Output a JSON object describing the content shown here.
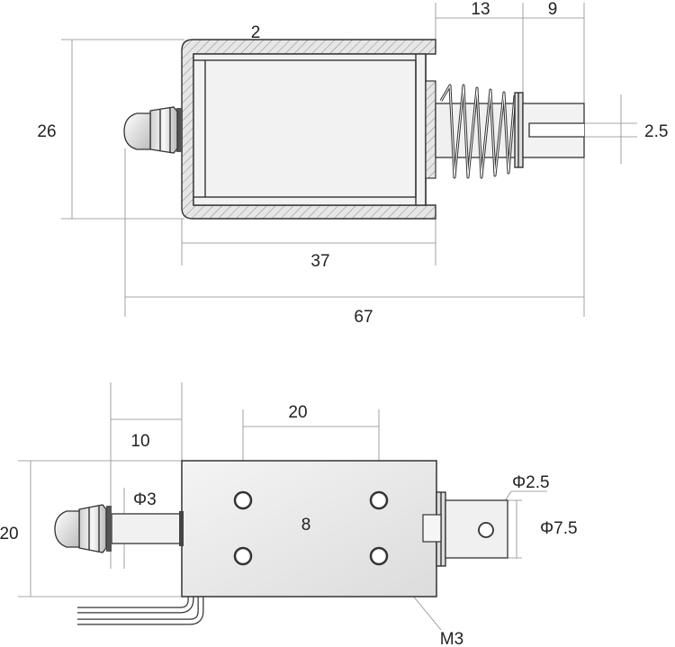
{
  "colors": {
    "outline": "#333333",
    "dimension_line": "#8a8a8a",
    "body_fill": "#ededed",
    "coil_fill": "#f2f2f2",
    "washer": "#555555",
    "background": "#ffffff"
  },
  "side_view": {
    "dim_height": "26",
    "dim_wall": "2",
    "dim_plunger_travel": "13",
    "dim_tip": "9",
    "dim_slot": "2.5",
    "dim_body_length": "37",
    "dim_total_length": "67"
  },
  "top_view": {
    "dim_rear_plunger": "10",
    "dim_hole_spacing_x": "20",
    "dim_plunger_dia": "Φ3",
    "dim_height": "20",
    "dim_hole_spacing_y": "8",
    "dim_pin_hole": "Φ2.5",
    "dim_tip_dia": "Φ7.5",
    "dim_thread": "M3"
  }
}
